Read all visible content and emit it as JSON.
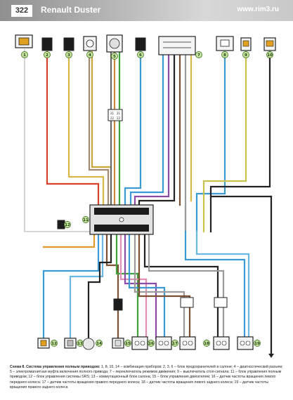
{
  "header": {
    "page_number": "322",
    "book_title": "Renault Duster",
    "site_url": "www.rim3.ru"
  },
  "colors": {
    "red": "#d8402c",
    "yellow": "#d9b64a",
    "orange": "#e09a2c",
    "blue": "#3b9ad6",
    "light_blue": "#6ab8e8",
    "violet": "#8a4ca8",
    "pink": "#e48fb4",
    "green": "#3fa13c",
    "light_green": "#7fbf60",
    "gray": "#9a9a9a",
    "brown": "#7a5030",
    "black": "#222222",
    "white": "#d8d8d8",
    "badge_green": "#c8e6a0"
  },
  "components": {
    "top": [
      {
        "badge": "1"
      },
      {
        "badge": "2"
      },
      {
        "badge": "3"
      },
      {
        "badge": "4"
      },
      {
        "badge": "5"
      },
      {
        "badge": "6"
      },
      {
        "badge": "7"
      },
      {
        "badge": "8"
      },
      {
        "badge": "9"
      },
      {
        "badge": "10"
      }
    ],
    "center_unit": {
      "badge": "11"
    },
    "small_left": {
      "badge": "12"
    },
    "bottom": [
      {
        "badge": "12"
      },
      {
        "badge": "13"
      },
      {
        "badge": "14"
      },
      {
        "badge": "15"
      },
      {
        "badge": "16"
      },
      {
        "badge": "17"
      },
      {
        "badge": "18"
      },
      {
        "badge": "19"
      }
    ]
  },
  "caption": {
    "bold": "Схема 8. Система управления полным приводом:",
    "text": " 1, 8, 10, 14 – комбинация приборов; 2, 3, 6 – блок предохранителей в салоне; 4 – диагностический разъем; 5 – электромагнитная муфта включения полного привода; 7 – переключатель режимов движения; 9 – выключатель стоп-сигнала; 11 – блок управления полным приводом; 12 – блок управления системы SRS; 13 – коммутационный блок салона; 15 – блок управления двигателем; 16 – датчик частоты вращения левого переднего колеса; 17 – датчик частоты вращения правого переднего колеса; 18 – датчик частоты вращения левого заднего колеса; 19 – датчик частоты вращения правого заднего колеса"
  }
}
